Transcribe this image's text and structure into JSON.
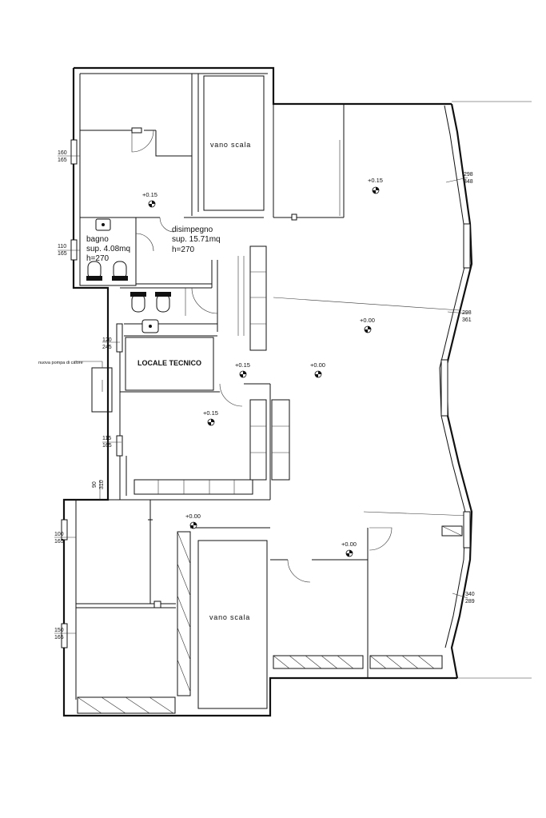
{
  "rooms": {
    "stair_top": "vano  scala",
    "stair_bottom": "vano  scala",
    "bagno": [
      "bagno",
      "sup.  4.08mq",
      "h=270"
    ],
    "disimpegno": [
      "disimpegno",
      "sup.  15.71mq",
      "h=270"
    ],
    "locale_tecnico": "LOCALE TECNICO",
    "nota_pompa": "nuova pompa di calore"
  },
  "levels": {
    "l1": "+0.15",
    "l2": "+0.15",
    "l3": "+0.00",
    "l4": "+0.15",
    "l5": "+0.00",
    "l6": "+0.15",
    "l7": "+0.00",
    "l8": "+0.00"
  },
  "windows": {
    "w_left_1": [
      "160",
      "165"
    ],
    "w_left_2": [
      "110",
      "165"
    ],
    "w_left_3": [
      "120",
      "245"
    ],
    "w_left_4": [
      "115",
      "165"
    ],
    "w_left_5": [
      "90",
      "310"
    ],
    "w_left_6": [
      "100",
      "165"
    ],
    "w_left_7": [
      "150",
      "165"
    ],
    "w_right_1": [
      "298",
      "348"
    ],
    "w_right_2": [
      "298",
      "361"
    ],
    "w_right_3": [
      "340",
      "289"
    ]
  }
}
